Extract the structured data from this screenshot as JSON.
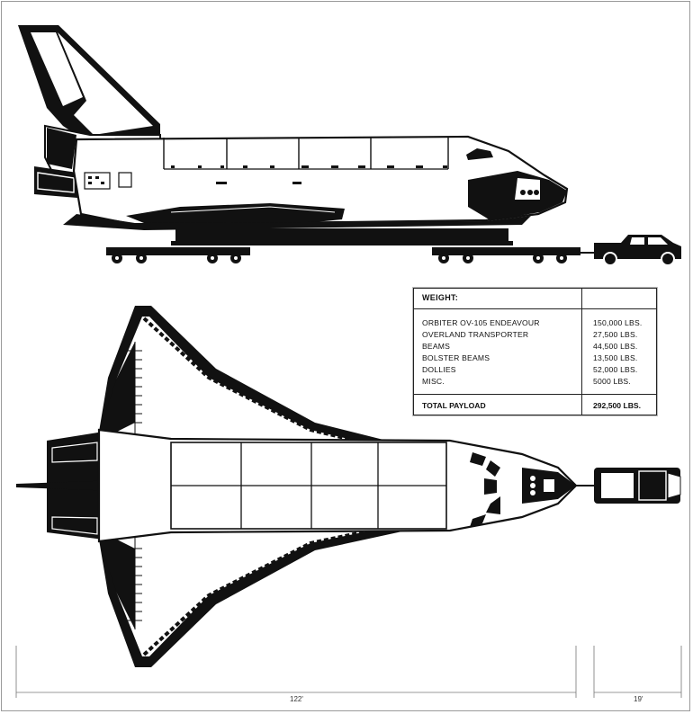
{
  "weight_table": {
    "heading": "WEIGHT:",
    "rows": [
      {
        "name": "ORBITER OV-105 ENDEAVOUR",
        "value": "150,000 LBS."
      },
      {
        "name": "OVERLAND TRANSPORTER",
        "value": "27,500 LBS."
      },
      {
        "name": "BEAMS",
        "value": "44,500 LBS."
      },
      {
        "name": "BOLSTER BEAMS",
        "value": "13,500 LBS."
      },
      {
        "name": "DOLLIES",
        "value": "52,000 LBS."
      },
      {
        "name": "MISC.",
        "value": "5000 LBS."
      }
    ],
    "total": {
      "name": "TOTAL PAYLOAD",
      "value": "292,500 LBS."
    }
  },
  "dimensions": {
    "shuttle_length": "122'",
    "truck_length": "19'"
  },
  "colors": {
    "ink": "#111111",
    "paper": "#ffffff",
    "frame": "#9a9a9a"
  }
}
